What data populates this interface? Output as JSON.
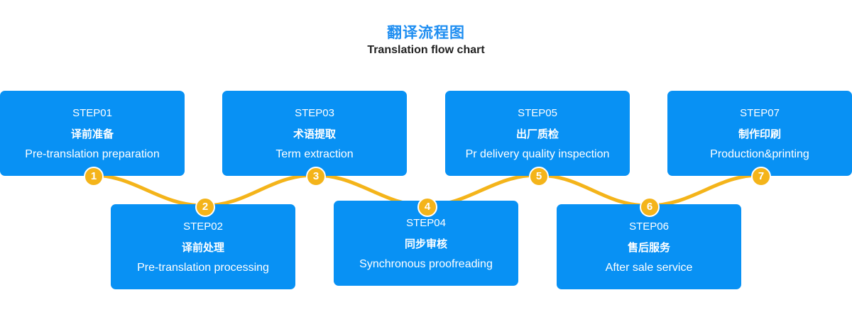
{
  "title": "翻译流程图",
  "subtitle": "Translation flow chart",
  "accent_color": "#0891f4",
  "curve_color": "#f4b41a",
  "steps": [
    {
      "step": "STEP01",
      "cn": "译前准备",
      "en": "Pre-translation preparation",
      "num": "1"
    },
    {
      "step": "STEP02",
      "cn": "译前处理",
      "en": "Pre-translation processing",
      "num": "2"
    },
    {
      "step": "STEP03",
      "cn": "术语提取",
      "en": "Term extraction",
      "num": "3"
    },
    {
      "step": "STEP04",
      "cn": "同步审核",
      "en": "Synchronous proofreading",
      "num": "4"
    },
    {
      "step": "STEP05",
      "cn": "出厂质检",
      "en": "Pr delivery quality inspection",
      "num": "5"
    },
    {
      "step": "STEP06",
      "cn": "售后服务",
      "en": "After sale service",
      "num": "6"
    },
    {
      "step": "STEP07",
      "cn": "制作印刷",
      "en": "Production&printing",
      "num": "7"
    }
  ]
}
